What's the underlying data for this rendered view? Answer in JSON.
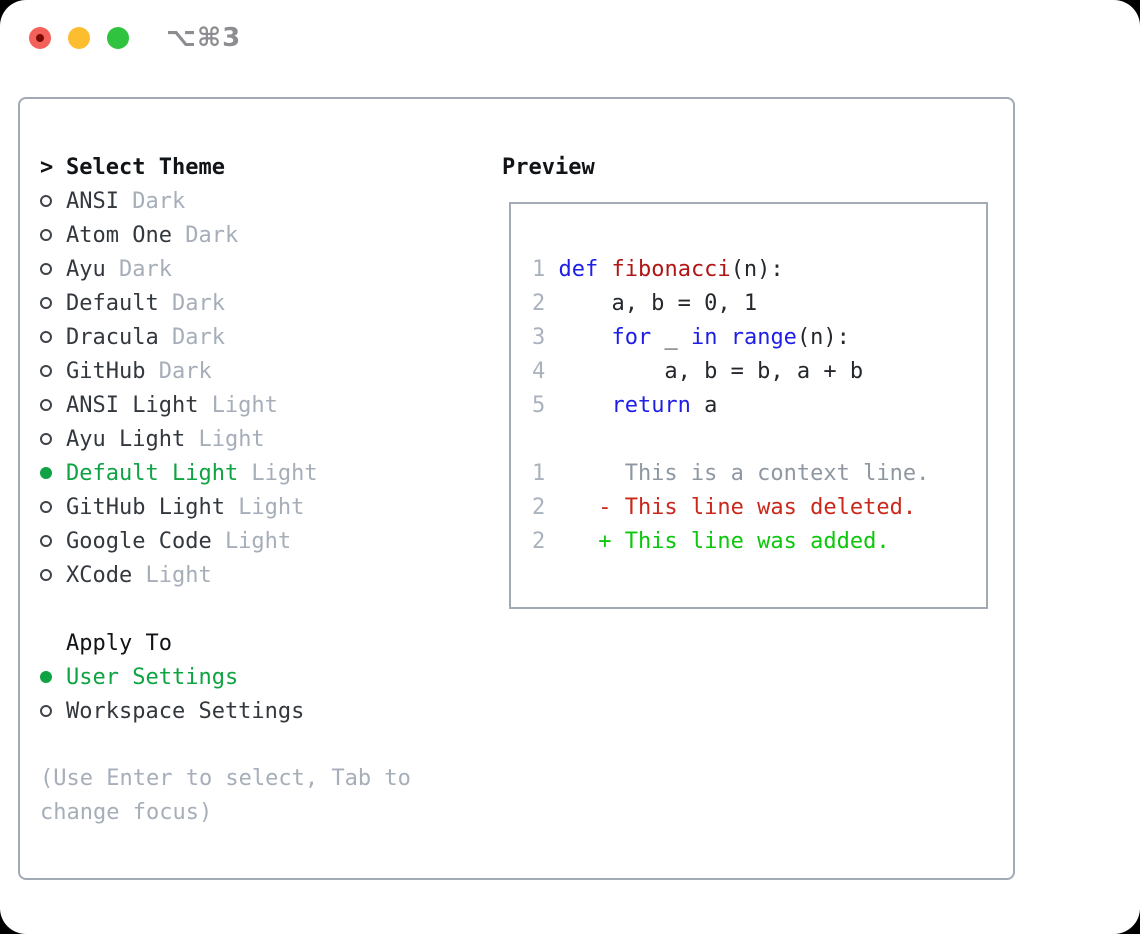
{
  "titlebar": {
    "hotkey": "⌥⌘3"
  },
  "panel": {
    "theme_section": {
      "prompt": ">",
      "title": "Select Theme",
      "items": [
        {
          "name": "ANSI",
          "variant": "Dark",
          "selected": false
        },
        {
          "name": "Atom One",
          "variant": "Dark",
          "selected": false
        },
        {
          "name": "Ayu",
          "variant": "Dark",
          "selected": false
        },
        {
          "name": "Default",
          "variant": "Dark",
          "selected": false
        },
        {
          "name": "Dracula",
          "variant": "Dark",
          "selected": false
        },
        {
          "name": "GitHub",
          "variant": "Dark",
          "selected": false
        },
        {
          "name": "ANSI Light",
          "variant": "Light",
          "selected": false
        },
        {
          "name": "Ayu Light",
          "variant": "Light",
          "selected": false
        },
        {
          "name": "Default Light",
          "variant": "Light",
          "selected": true
        },
        {
          "name": "GitHub Light",
          "variant": "Light",
          "selected": false
        },
        {
          "name": "Google Code",
          "variant": "Light",
          "selected": false
        },
        {
          "name": "XCode",
          "variant": "Light",
          "selected": false
        }
      ]
    },
    "apply_section": {
      "title": "Apply To",
      "items": [
        {
          "name": "User Settings",
          "selected": true
        },
        {
          "name": "Workspace Settings",
          "selected": false
        }
      ]
    },
    "hint": "(Use Enter to select, Tab to change focus)",
    "preview": {
      "title": "Preview",
      "lines": [
        {
          "num": "1",
          "tokens": [
            {
              "t": "def",
              "c": "kw"
            },
            {
              "t": " ",
              "c": "plain"
            },
            {
              "t": "fibonacci",
              "c": "fn"
            },
            {
              "t": "(n):",
              "c": "plain"
            }
          ]
        },
        {
          "num": "2",
          "tokens": [
            {
              "t": "    a, b = 0, 1",
              "c": "plain"
            }
          ]
        },
        {
          "num": "3",
          "tokens": [
            {
              "t": "    ",
              "c": "plain"
            },
            {
              "t": "for",
              "c": "kw"
            },
            {
              "t": " _ ",
              "c": "plain"
            },
            {
              "t": "in",
              "c": "kw"
            },
            {
              "t": " ",
              "c": "plain"
            },
            {
              "t": "range",
              "c": "kw"
            },
            {
              "t": "(n):",
              "c": "plain"
            }
          ]
        },
        {
          "num": "4",
          "tokens": [
            {
              "t": "        a, b = b, a + b",
              "c": "plain"
            }
          ]
        },
        {
          "num": "5",
          "tokens": [
            {
              "t": "    ",
              "c": "plain"
            },
            {
              "t": "return",
              "c": "kw"
            },
            {
              "t": " a",
              "c": "plain"
            }
          ]
        },
        {
          "num": "",
          "tokens": []
        },
        {
          "num": "1",
          "tokens": [
            {
              "t": "     This is a context line.",
              "c": "context"
            }
          ]
        },
        {
          "num": "2",
          "tokens": [
            {
              "t": "   - This line was deleted.",
              "c": "removed"
            }
          ]
        },
        {
          "num": "2",
          "tokens": [
            {
              "t": "   + This line was added.",
              "c": "added"
            }
          ]
        }
      ]
    }
  },
  "colors": {
    "tl_red": "#f4605a",
    "tl_red_dot": "#7c0a03",
    "tl_yellow": "#fcbd2e",
    "tl_green": "#2fc33f",
    "hotkey_gray": "#8d8d91",
    "border_gray": "#a2aab5",
    "name_dark": "#33383e",
    "dim_gray": "#a6aeb9",
    "green_select": "#0fa343",
    "green_added": "#0cc70c",
    "red_removed": "#c9281b",
    "keyword_blue": "#1e1ee6",
    "function_red": "#b01616",
    "plain": "#24282d",
    "line_number": "#a9b2bd",
    "context_gray": "#8f98a2"
  }
}
